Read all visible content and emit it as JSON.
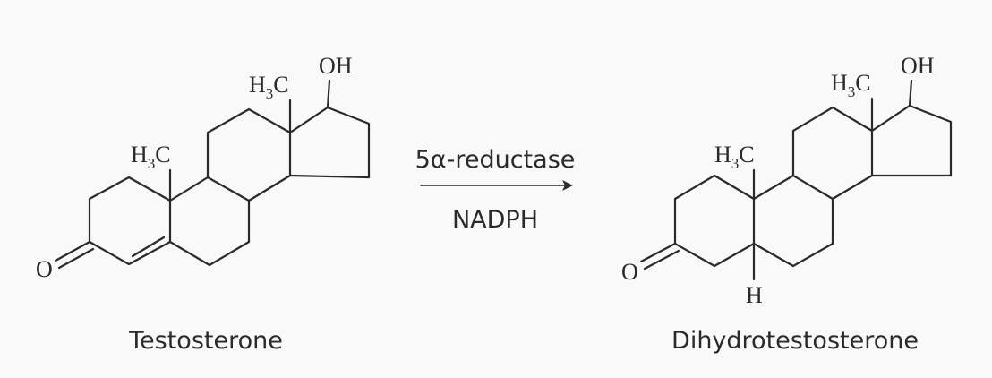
{
  "reaction": {
    "reactant": {
      "name": "Testosterone",
      "methyl_top": {
        "main": "H",
        "sub": "3",
        "end": "C"
      },
      "methyl_left": {
        "main": "H",
        "sub": "3",
        "end": "C"
      },
      "hydroxyl": "OH",
      "ketone_oxygen": "O"
    },
    "arrow": {
      "enzyme": "5α-reductase",
      "cofactor": "NADPH"
    },
    "product": {
      "name": "Dihydrotestosterone",
      "methyl_top": {
        "main": "H",
        "sub": "3",
        "end": "C"
      },
      "methyl_left": {
        "main": "H",
        "sub": "3",
        "end": "C"
      },
      "hydroxyl": "OH",
      "ketone_oxygen": "O",
      "alpha_hydrogen": "H"
    }
  },
  "colors": {
    "background": "#f9f9f9",
    "ink": "#2a2a2a"
  }
}
